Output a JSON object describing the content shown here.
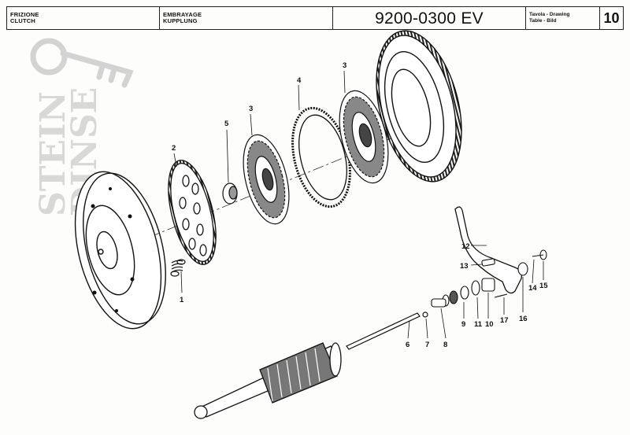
{
  "header": {
    "group_it": "FRIZIONE",
    "group_en": "CLUTCH",
    "group_fr": "EMBRAYAGE",
    "group_de": "KUPPLUNG",
    "part_code": "9200-0300 EV",
    "table_label_1": "Tavola - Drawing",
    "table_label_2": "Table - Bild",
    "table_number": "10"
  },
  "watermark": {
    "line1": "STEIN",
    "line2": "DINSE"
  },
  "callouts": {
    "c1": "1",
    "c2": "2",
    "c3a": "3",
    "c3b": "3",
    "c4": "4",
    "c5": "5",
    "c6": "6",
    "c7": "7",
    "c8": "8",
    "c9": "9",
    "c10": "10",
    "c11": "11",
    "c12": "12",
    "c13": "13",
    "c14": "14",
    "c15": "15",
    "c16": "16",
    "c17": "17"
  }
}
